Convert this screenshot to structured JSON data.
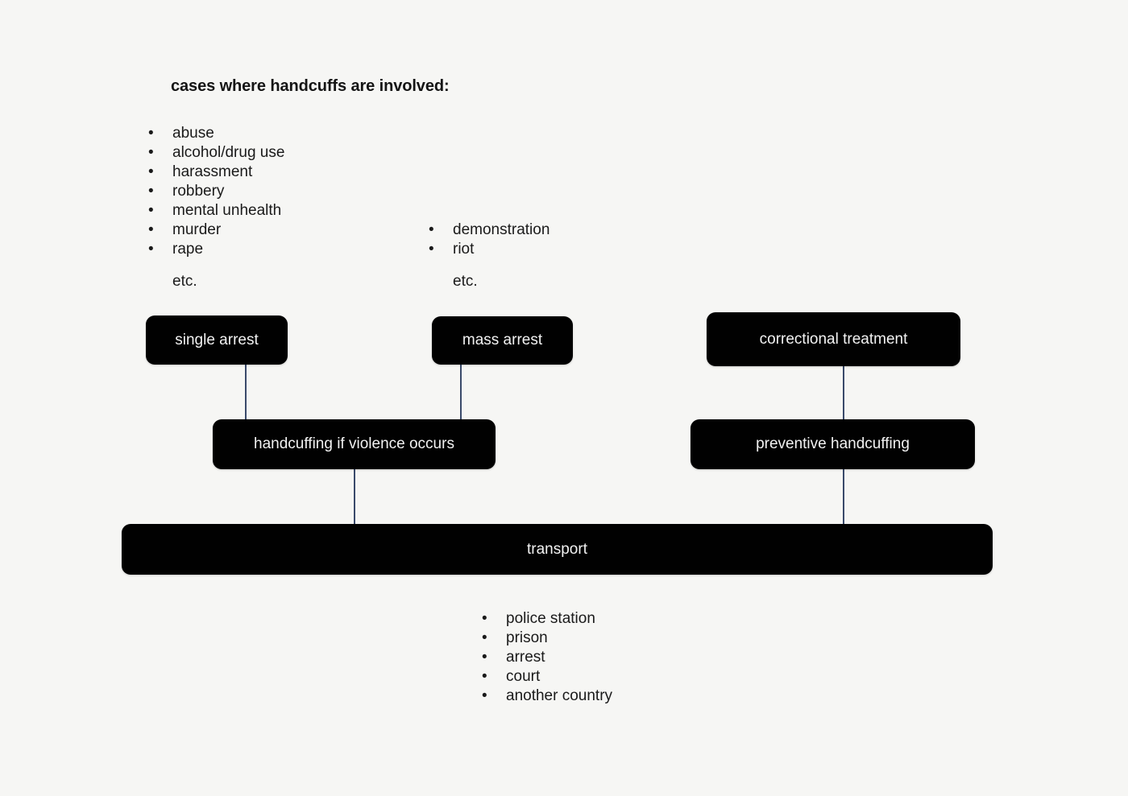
{
  "canvas": {
    "background_color": "#f6f6f4",
    "node_fill_color": "#010101",
    "node_text_color": "#f2f2f2",
    "connector_color": "#3a4a6b",
    "text_color": "#1a1a1a"
  },
  "heading": {
    "text": "cases where handcuffs are involved:"
  },
  "lists": {
    "cases": {
      "bullet_glyph": "•",
      "items": [
        "abuse",
        "alcohol/drug use",
        "harassment",
        "robbery",
        "mental unhealth",
        "murder",
        "rape"
      ],
      "etc": "etc."
    },
    "mass_cases": {
      "bullet_glyph": "•",
      "items": [
        "demonstration",
        "riot"
      ],
      "etc": "etc."
    },
    "destinations": {
      "bullet_glyph": "•",
      "items": [
        "police station",
        "prison",
        "arrest",
        "court",
        "another country"
      ]
    }
  },
  "nodes": {
    "single_arrest": "single arrest",
    "mass_arrest": "mass arrest",
    "correctional_treatment": "correctional treatment",
    "violence_handcuffing": "handcuffing if violence occurs",
    "preventive_handcuffing": "preventive handcuffing",
    "transport": "transport"
  },
  "connectors": [
    {
      "from": "single-arrest",
      "to": "violence-handcuffing"
    },
    {
      "from": "mass-arrest",
      "to": "violence-handcuffing"
    },
    {
      "from": "correctional-treatment",
      "to": "preventive-handcuffing"
    },
    {
      "from": "violence-handcuffing",
      "to": "transport"
    },
    {
      "from": "preventive-handcuffing",
      "to": "transport"
    }
  ]
}
